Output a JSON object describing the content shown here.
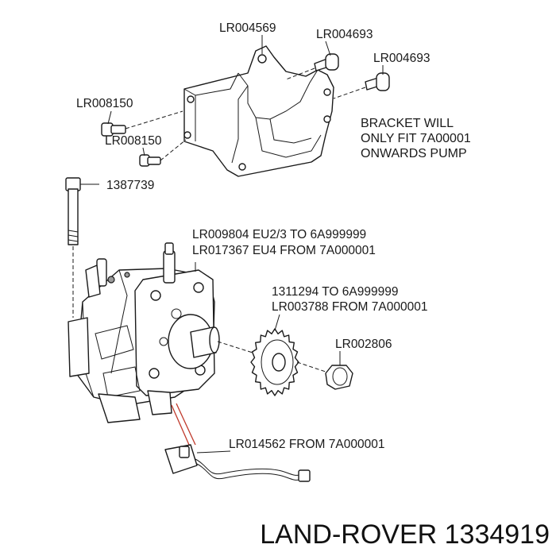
{
  "labels": {
    "bracket": "LR004569",
    "bracket_bolt_1": "LR004693",
    "bracket_bolt_2": "LR004693",
    "stud_1": "LR008150",
    "stud_2": "LR008150",
    "long_bolt": "1387739",
    "pump_line_1": "LR009804 EU2/3 TO 6A999999",
    "pump_line_2": "LR017367 EU4 FROM 7A000001",
    "sprocket_line_1": "1311294 TO 6A999999",
    "sprocket_line_2": "LR003788 FROM 7A000001",
    "nut": "LR002806",
    "sensor_harness": "LR014562 FROM 7A000001"
  },
  "note": {
    "line_1": "BRACKET WILL",
    "line_2": "ONLY FIT 7A00001",
    "line_3": "ONWARDS PUMP"
  },
  "footer": {
    "brand_part": "LAND-ROVER 1334919"
  },
  "colors": {
    "line": "#1a1a1a",
    "fill": "#ffffff",
    "shade": "#9a9a9a",
    "sensor_leader": "#c0392b"
  }
}
